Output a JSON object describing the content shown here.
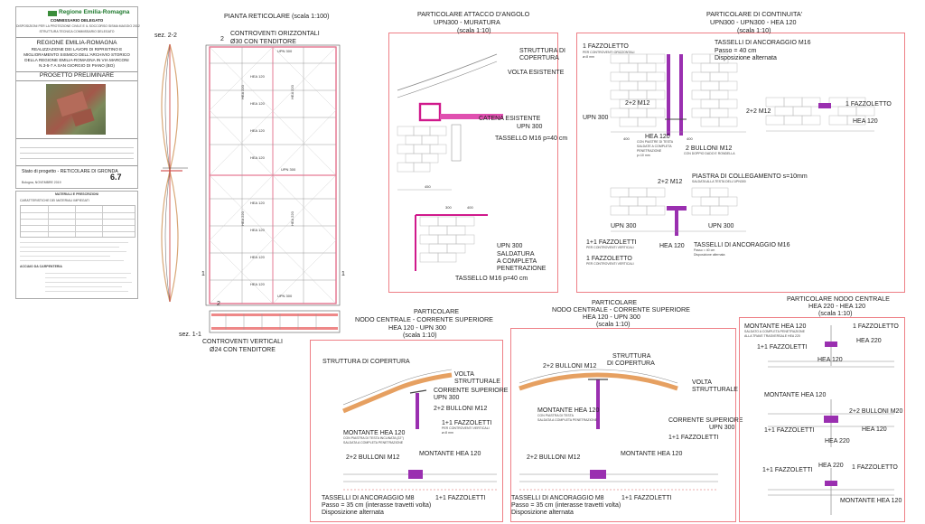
{
  "title_block": {
    "logo_text": "Regione Emilia-Romagna",
    "commissario": "COMMISSARIO DELEGATO",
    "subtitle_lines": [
      "DISPOSIZIONI PER LA PROTEZIONE CIVILE E IL SOCCORSO SISMA MAGGIO 2012",
      "STRUTTURA TECNICA COMMISSARIO DELEGATO"
    ],
    "region": "REGIONE EMILIA-ROMAGNA",
    "project_lines": [
      "REALIZZAZIONE DEI LAVORI DI RIPRISTINO E",
      "MIGLIORAMENTO SISMICO DELL'ARCHIVIO STORICO",
      "DELLA REGIONE EMILIA-ROMAGNA IN VIA MARCONI",
      "N.3-5-7 A SAN GIORGIO DI PIANO (BO)"
    ],
    "phase": "PROGETTO PRELIMINARE",
    "status_label": "Stato di progetto - RETICOLARE DI GRONDA",
    "sheet_number": "6.7",
    "date": "Bologna, NOVEMBRE 2019"
  },
  "materials": {
    "title": "MATERIALI E PRESCRIZIONI",
    "sub": "CARATTERISTICHE DEI MATERIALI IMPIEGATI",
    "notes_title": "ACCIAIO DA CARPENTERIA"
  },
  "plan": {
    "title": "PIANTA RETICOLARE (scala 1:100)",
    "sez22": "sez. 2-2",
    "sez11": "sez. 1-1",
    "top_note": [
      "CONTROVENTI ORIZZONTALI",
      "Ø30 CON TENDITORE"
    ],
    "bottom_note": [
      "CONTROVENTI VERTICALI",
      "Ø24 CON TENDITORE"
    ],
    "upn300": "UPN 300",
    "hea120": "HEA 120",
    "hea220": "HEA 220",
    "mark1": "1",
    "mark2": "2"
  },
  "d_angolo": {
    "title": [
      "PARTICOLARE ATTACCO D'ANGOLO",
      "UPN300 - MURATURA",
      "(scala 1:10)"
    ],
    "struttura": [
      "STRUTTURA DI",
      "COPERTURA"
    ],
    "volta": "VOLTA ESISTENTE",
    "catena": [
      "CATENA ESISTENTE",
      "UPN 300"
    ],
    "tassello": "TASSELLO M16 p=40 cm",
    "upn300": "UPN 300",
    "saldatura": [
      "SALDATURA",
      "A COMPLETA",
      "PENETRAZIONE"
    ],
    "tassello2": "TASSELLO M16 p=40 cm",
    "dim450": "450",
    "dim300": "300",
    "dim400": "400"
  },
  "d_continuita": {
    "title": [
      "PARTICOLARE DI CONTINUITA'",
      "UPN300 - UPN300 - HEA 120",
      "(scala 1:10)"
    ],
    "fazzoletto1": "1 FAZZOLETTO",
    "faz_sub": "PER CONTROVENTI ORIZZONTALI",
    "faz_sub2": "ø=8 mm",
    "tasselli": [
      "TASSELLI DI ANCORAGGIO M16",
      "Passo = 40 cm",
      "Disposizione alternata"
    ],
    "m12a": "2+2 M12",
    "m12b": "2+2 M12",
    "upn300": "UPN 300",
    "hea120": "HEA 120",
    "hea_sub": [
      "CON PIASTRE DI TESTA",
      "SALDATE A COMPLETA",
      "PENETRAZIONE",
      "p=10 mm"
    ],
    "bulloni": "2 BULLONI M12",
    "bul_sub": "CON DOPPIO DADO E RONDELLA",
    "dim400a": "400",
    "dim400b": "400",
    "fazzoletto2": "1 FAZZOLETTO",
    "hea120b": "HEA 120",
    "piastra": "PIASTRA DI COLLEGAMENTO s=10mm",
    "piastra_sub": "SALDATA ALLA TESTA DELL'UPN300",
    "m12c": "2+2 M12",
    "upn300b": "UPN 300",
    "upn300c": "UPN 300",
    "fazz11": "1+1 FAZZOLETTI",
    "fazz11_sub": "PER CONTROVENTI VERTICALI",
    "fazz1": "1 FAZZOLETTO",
    "fazz1_sub": "PER CONTROVENTI VERTICALI",
    "hea120c": "HEA 120",
    "tasselli2": "TASSELLI DI ANCORAGGIO M16",
    "tas2_sub": [
      "Passo = 40 cm",
      "Disposizione alternata"
    ]
  },
  "d_nodo1": {
    "title": [
      "PARTICOLARE",
      "NODO CENTRALE - CORRENTE SUPERIORE",
      "HEA 120 - UPN 300",
      "(scala 1:10)"
    ],
    "struttura": "STRUTTURA DI COPERTURA",
    "volta": [
      "VOLTA",
      "STRUTTURALE"
    ],
    "corrente": [
      "CORRENTE SUPERIORE",
      "UPN 300"
    ],
    "m12": "2+2 BULLONI M12",
    "montante": "MONTANTE  HEA 120",
    "montante_sub": [
      "CON PIASTRA DI TESTA INCLINATA (22°)",
      "SALDATA A COMPLETA PENETRAZIONE"
    ],
    "fazz": "1+1 FAZZOLETTI",
    "fazz_sub": [
      "PER CONTROVENTI VERTICALI",
      "ø=8 mm"
    ],
    "m12b": "2+2 BULLONI M12",
    "montante2": "MONTANTE  HEA 120",
    "tasselli": [
      "TASSELLI DI ANCORAGGIO M8",
      "Passo = 35 cm (interasse travetti volta)",
      "Disposizione alternata"
    ],
    "fazz2": "1+1 FAZZOLETTI"
  },
  "d_nodo2": {
    "title": [
      "PARTICOLARE",
      "NODO CENTRALE - CORRENTE SUPERIORE",
      "HEA 120 - UPN 300",
      "(scala 1:10)"
    ],
    "struttura": [
      "STRUTTURA",
      "DI COPERTURA"
    ],
    "m12": "2+2 BULLONI M12",
    "volta": [
      "VOLTA",
      "STRUTTURALE"
    ],
    "montante": "MONTANTE  HEA 120",
    "montante_sub": [
      "CON PIASTRA DI TESTA",
      "SALDATA A COMPLETA PENETRAZIONE"
    ],
    "corrente": [
      "CORRENTE SUPERIORE",
      "UPN 300"
    ],
    "fazz": "1+1 FAZZOLETTI",
    "m12b": "2+2 BULLONI M12",
    "montante2": "MONTANTE  HEA 120",
    "tasselli": [
      "TASSELLI DI ANCORAGGIO M8",
      "Passo = 35 cm (interasse travetti volta)",
      "Disposizione alternata"
    ],
    "fazz2": "1+1 FAZZOLETTI"
  },
  "d_nodo3": {
    "title": [
      "PARTICOLARE NODO CENTRALE",
      "HEA 220 - HEA 120",
      "(scala 1:10)"
    ],
    "montante1": "MONTANTE  HEA 120",
    "mont1_sub": [
      "SALDATO A COMPLETA PENETRAZIONE",
      "ALLA TRAVE TRASVERSALE HEA 220"
    ],
    "fazz1": "1 FAZZOLETTO",
    "hea220a": "HEA 220",
    "fazz11": "1+1 FAZZOLETTI",
    "hea120a": "HEA 120",
    "montante2": "MONTANTE  HEA 120",
    "m20": "2+2 BULLONI M20",
    "fazz11b": "1+1 FAZZOLETTI",
    "hea120b": "HEA 120",
    "hea220b": "HEA 220",
    "hea220c": "HEA 220",
    "fazz1c": "1 FAZZOLETTO",
    "fazz11c": "1+1 FAZZOLETTI",
    "montante3": "MONTANTE  HEA 120"
  }
}
